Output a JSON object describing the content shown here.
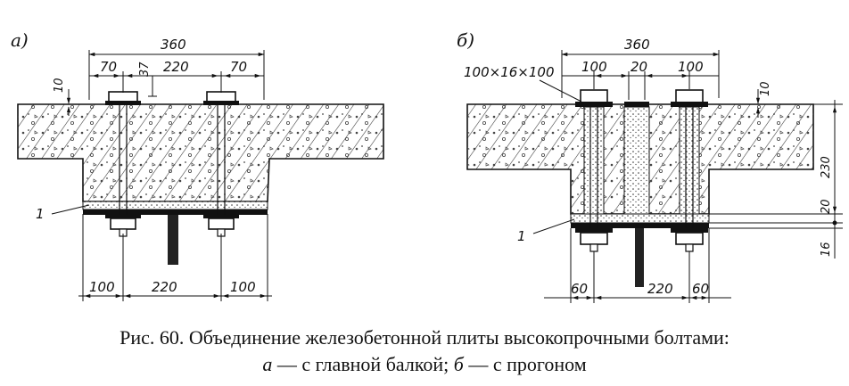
{
  "panel_a": {
    "label": "a)",
    "dims": {
      "overall": "360",
      "left": "70",
      "middle": "220",
      "right": "70",
      "cover": "37",
      "pad": "10",
      "bottom_left": "100",
      "bottom_mid": "220",
      "bottom_right": "100",
      "layer_callout": "1"
    }
  },
  "panel_b": {
    "label": "б)",
    "washer": "100×16×100",
    "dims": {
      "overall": "360",
      "left": "100",
      "middle": "20",
      "right": "100",
      "pad": "10",
      "height": "230",
      "layer": "20",
      "flange": "16",
      "bottom_left": "60",
      "bottom_mid": "220",
      "bottom_right": "60",
      "layer_callout": "1"
    }
  },
  "caption": {
    "line1": "Рис. 60. Объединение железобетонной плиты высокопрочными болтами:",
    "line2_a": "а",
    "line2_a_text": " — с главной балкой; ",
    "line2_b": "б",
    "line2_b_text": " — с прогоном"
  }
}
